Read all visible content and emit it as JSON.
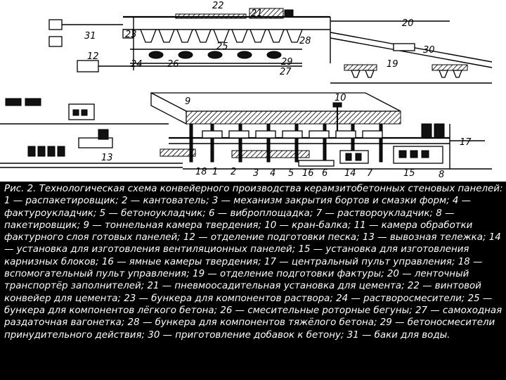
{
  "caption": {
    "text": "Рис. 2. Технологическая схема конвейерного производства керамзитобетонных стеновых панелей: 1 — распакетировщик; 2 — кантователь; 3 — механизм закрытия бортов и смазки форм; 4 — фактуроукладчик; 5 — бетоноукладчик; 6 — виброплощадка; 7 — раствороукладчик; 8 — пакетировщик; 9 — тоннельная камера твердения; 10 — кран-балка; 11 — камера обработки фактурного слоя готовых панелей; 12 — отделение подготовки песка; 13 — вывозная тележка; 14 — установка для изготовления вентиляционных панелей; 15 — установка для изготовления карнизных блоков; 16 — ямные камеры твердения; 17 — центральный пульт управления; 18 — вспомогательный пульт управления; 19 — отделение подготовки фактуры; 20 — ленточный транспортёр заполнителей; 21 — пневмоосадительная установка для цемента; 22 — винтовой конвейер для цемента; 23 — бункера для компонентов раствора; 24 — растворосмесители; 25 — бункера для компонентов лёгкого бетона; 26 — смесительные роторные бегуны; 27 — самоходная раздаточная вагонетка; 28 — бункера для компонентов тяжёлого бетона; 29 — бетоносмесители принудительного действия; 30 — приготовление добавок к бетону; 31 — баки для воды."
  },
  "figure_labels": [
    {
      "id": "1",
      "text": "1"
    },
    {
      "id": "2",
      "text": "2"
    },
    {
      "id": "3",
      "text": "3"
    },
    {
      "id": "4",
      "text": "4"
    },
    {
      "id": "5",
      "text": "5"
    },
    {
      "id": "6",
      "text": "6"
    },
    {
      "id": "7",
      "text": "7"
    },
    {
      "id": "8",
      "text": "8"
    },
    {
      "id": "9",
      "text": "9"
    },
    {
      "id": "10",
      "text": "10"
    },
    {
      "id": "12",
      "text": "12"
    },
    {
      "id": "13",
      "text": "13"
    },
    {
      "id": "14",
      "text": "14"
    },
    {
      "id": "15",
      "text": "15"
    },
    {
      "id": "16",
      "text": "16"
    },
    {
      "id": "17",
      "text": "17"
    },
    {
      "id": "18",
      "text": "18"
    },
    {
      "id": "19",
      "text": "19"
    },
    {
      "id": "20",
      "text": "20"
    },
    {
      "id": "21",
      "text": "21"
    },
    {
      "id": "22",
      "text": "22"
    },
    {
      "id": "23",
      "text": "23"
    },
    {
      "id": "24",
      "text": "24"
    },
    {
      "id": "25",
      "text": "25"
    },
    {
      "id": "26",
      "text": "26"
    },
    {
      "id": "27",
      "text": "27"
    },
    {
      "id": "28",
      "text": "28"
    },
    {
      "id": "29",
      "text": "29"
    },
    {
      "id": "30",
      "text": "30"
    },
    {
      "id": "31",
      "text": "31"
    }
  ]
}
